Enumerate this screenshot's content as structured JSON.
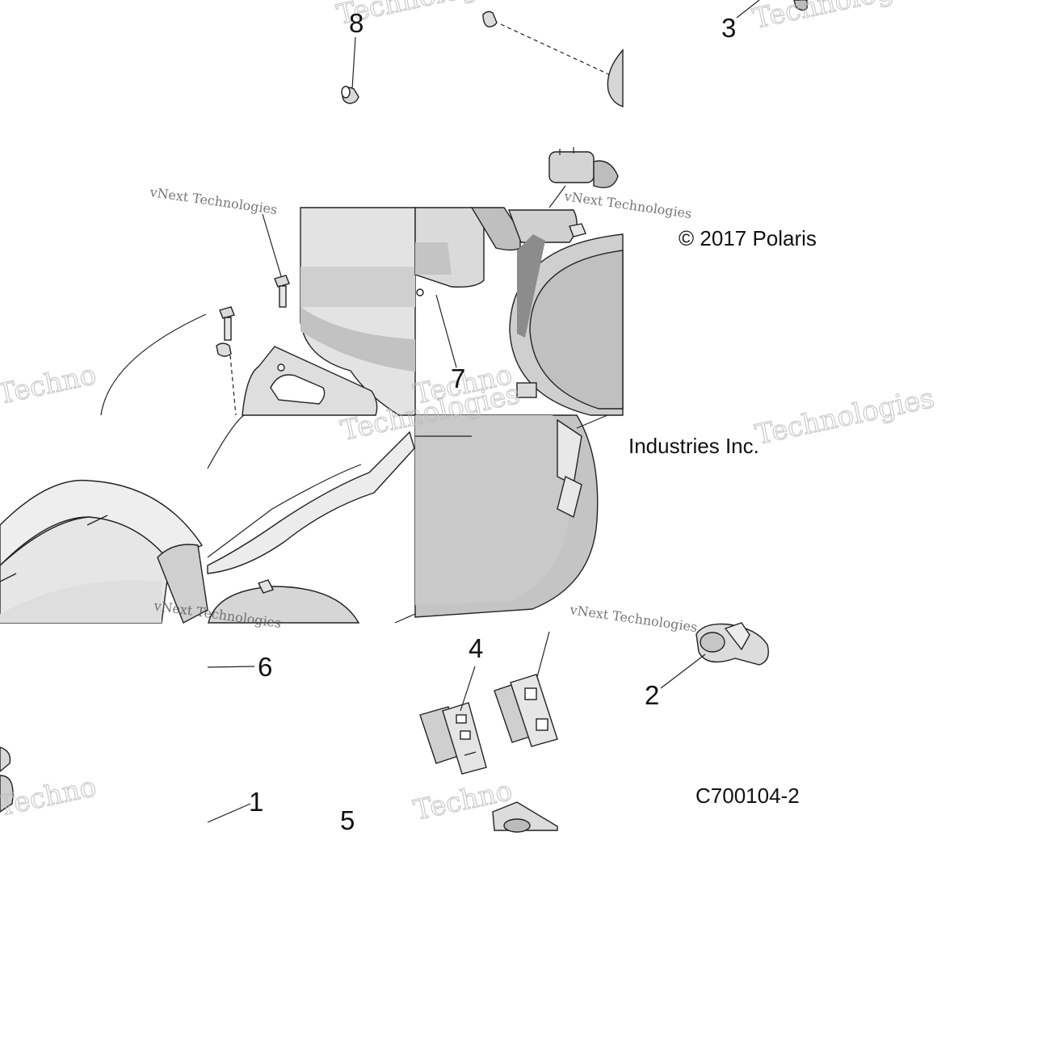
{
  "callouts": {
    "c1": "1",
    "c2": "2",
    "c3": "3",
    "c4": "4",
    "c5": "5",
    "c6": "6",
    "c7": "7",
    "c8": "8"
  },
  "copyright_line1": "© 2017 Polaris",
  "copyright_line2": "Industries Inc.",
  "diagram_code": "C700104-2",
  "watermark": {
    "line1": "vNext Technologies",
    "fragment_a": "Technologies",
    "fragment_b": "Technologies",
    "fragment_c": "Technologies",
    "fragment_d": "Technologies",
    "fragment_e": "Techno"
  },
  "colors": {
    "panel_light": "#e4e4e4",
    "panel_mid": "#c8c8c8",
    "panel_dark": "#9a9a9a",
    "line": "#222222"
  }
}
